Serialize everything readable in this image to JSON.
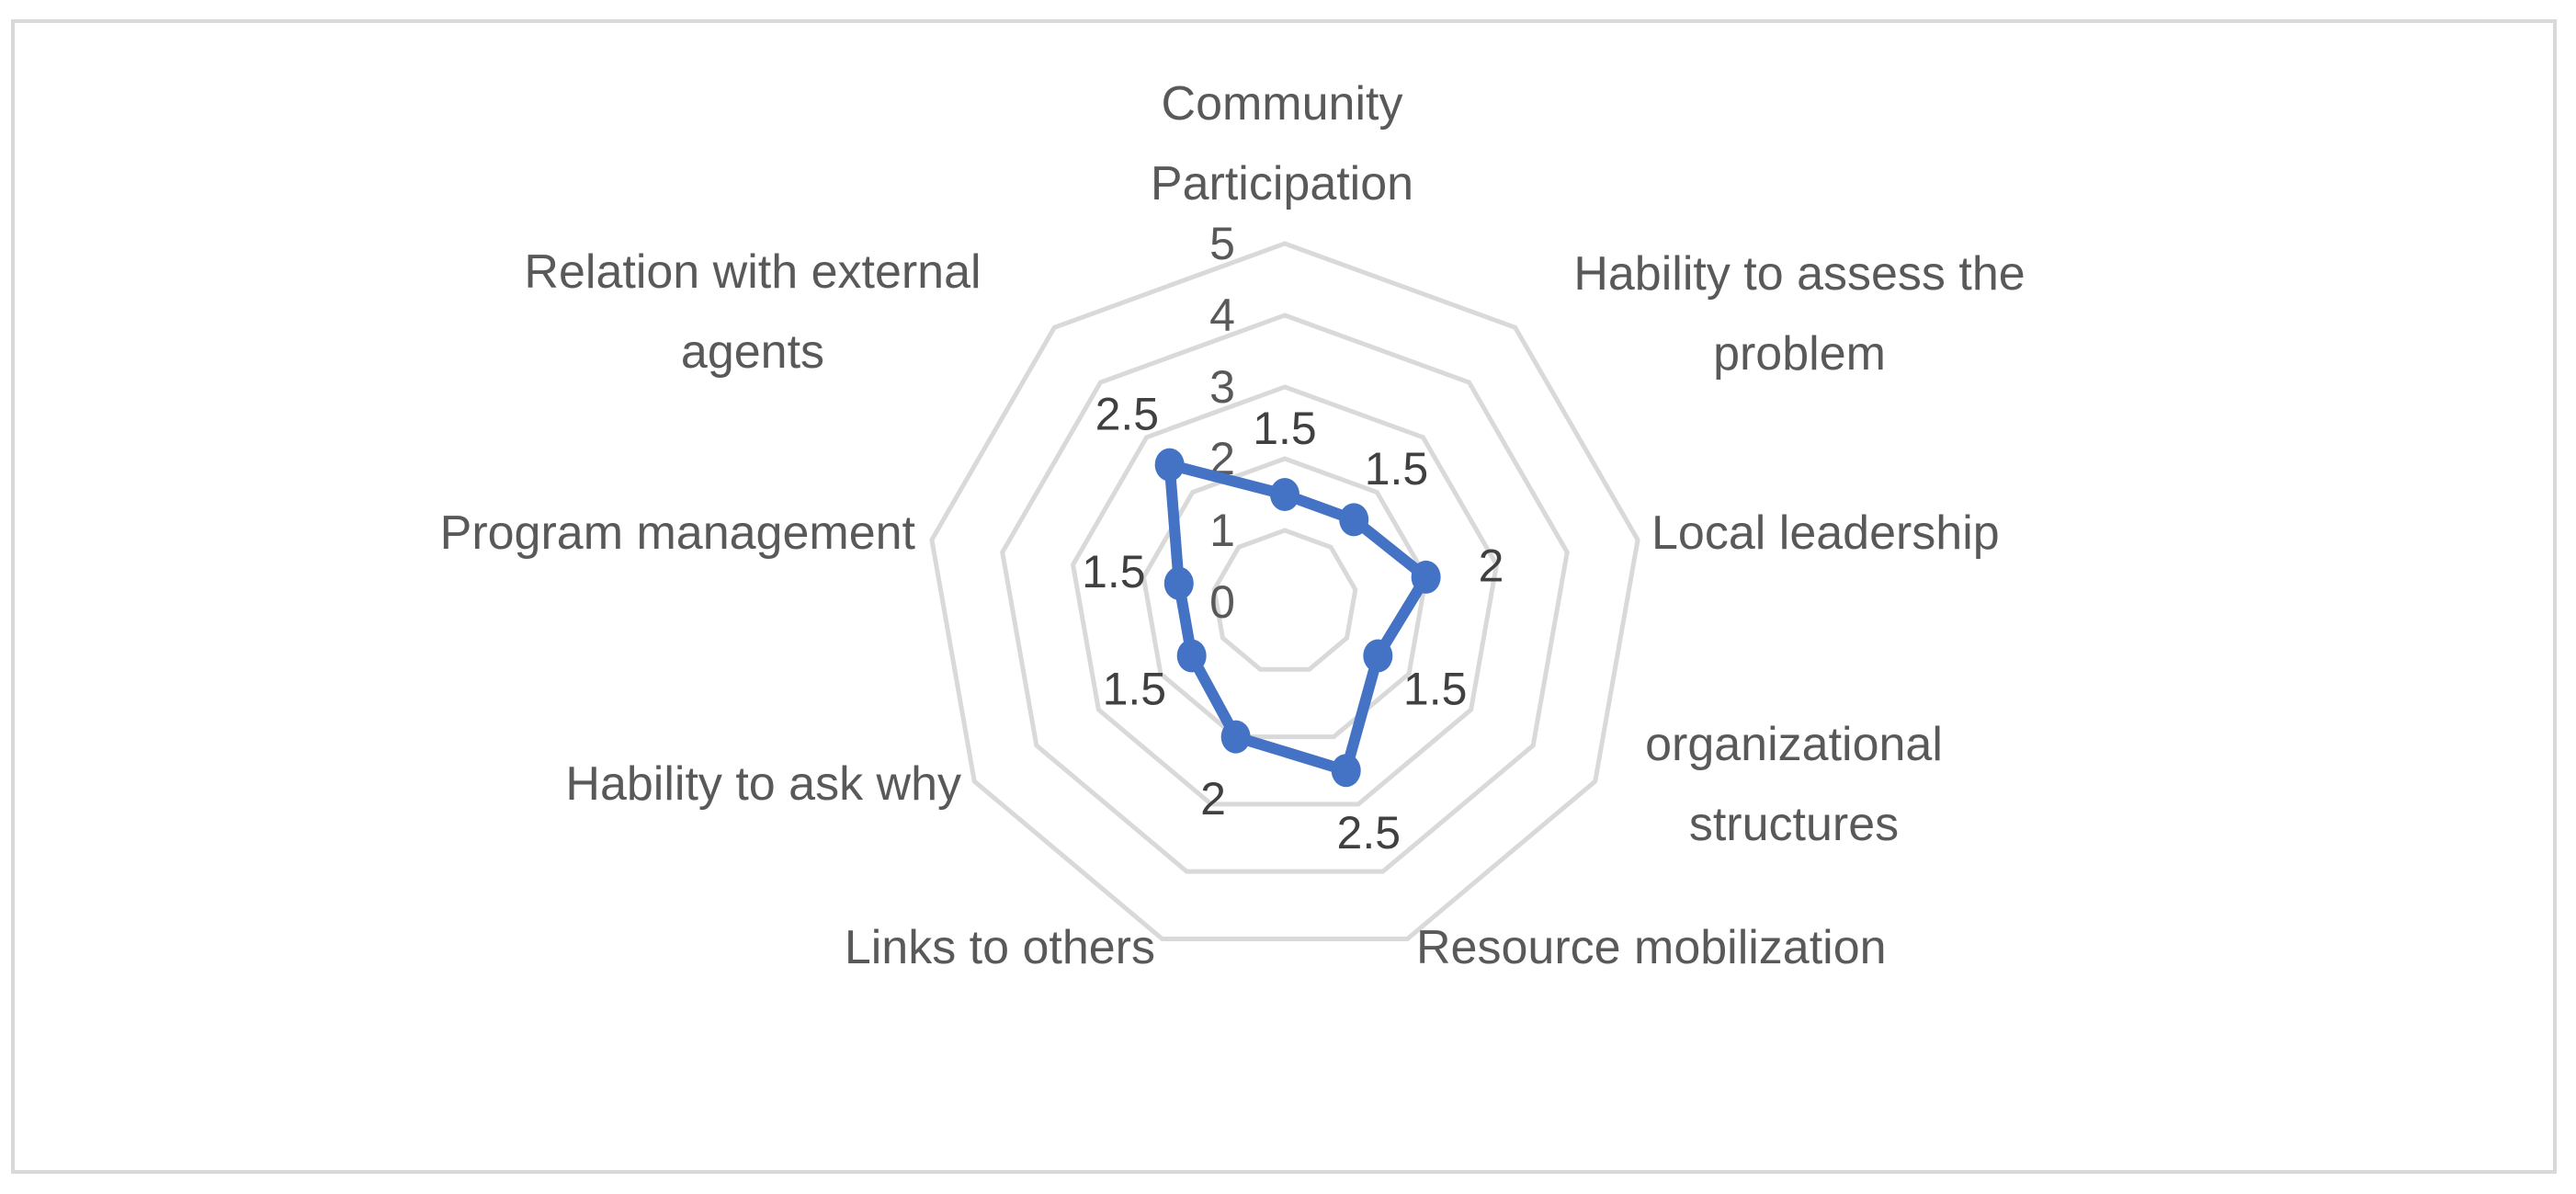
{
  "chart_data": {
    "type": "radar",
    "categories": [
      "Community Participation",
      "Hability to assess the problem",
      "Local leadership",
      "organizational structures",
      "Resource mobilization",
      "Links to others",
      "Hability to ask why",
      "Program management",
      "Relation with external agents"
    ],
    "category_lines": [
      [
        "Community",
        "Participation"
      ],
      [
        "Hability to assess the",
        "problem"
      ],
      [
        "Local leadership"
      ],
      [
        "organizational",
        "structures"
      ],
      [
        "Resource mobilization"
      ],
      [
        "Links to others"
      ],
      [
        "Hability to ask why"
      ],
      [
        "Program management"
      ],
      [
        "Relation with external",
        "agents"
      ]
    ],
    "series": [
      {
        "values": [
          1.5,
          1.5,
          2,
          1.5,
          2.5,
          2,
          1.5,
          1.5,
          2.5
        ],
        "color": "#4472c4"
      }
    ],
    "data_labels": [
      "1.5",
      "1.5",
      "2",
      "1.5",
      "2.5",
      "2",
      "1.5",
      "1.5",
      "2.5"
    ],
    "ticks": [
      0,
      1,
      2,
      3,
      4,
      5
    ],
    "tick_labels": [
      "0",
      "1",
      "2",
      "3",
      "4",
      "5"
    ],
    "rlim": [
      0,
      5
    ],
    "grid": true,
    "legend": "none",
    "colors": {
      "grid": "#d9d9d9",
      "series": "#4472c4",
      "text": "#595959",
      "frame": "#d9d9d9"
    }
  }
}
